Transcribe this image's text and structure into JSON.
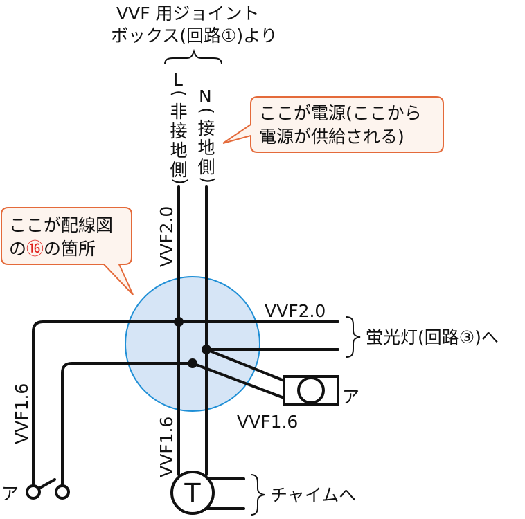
{
  "top_source": {
    "line1": "VVF 用ジョイント",
    "line2": "ボックス(回路①)より"
  },
  "wire_l": {
    "letter": "L",
    "desc_chars": [
      "(",
      "非",
      "接",
      "地",
      "側",
      ")"
    ]
  },
  "wire_n": {
    "letter": "N",
    "desc_chars": [
      "(",
      "接",
      "地",
      "側",
      ")"
    ]
  },
  "callout_power": {
    "line1": "ここが電源(ここから",
    "line2": "電源が供給される)"
  },
  "callout_diagram": {
    "line1": "ここが配線図",
    "line2_pre": "の",
    "line2_num": "⑯",
    "line2_post": "の箇所"
  },
  "labels": {
    "vvf20_vertical": "VVF2.0",
    "vvf20_horizontal": "VVF2.0",
    "vvf16_left": "VVF1.6",
    "vvf16_center": "VVF1.6",
    "vvf16_lamp": "VVF1.6",
    "fluorescent": "蛍光灯(回路③)へ",
    "chime": "チャイムへ",
    "lamp_a": "ア",
    "switch_a": "ア",
    "transformer": "T"
  },
  "colors": {
    "circle_fill": "#d6e5f6",
    "circle_stroke": "#1f8fd6",
    "callout_fill": "#fdf4ee",
    "callout_stroke": "#e46a3a",
    "number_red": "#e0201b",
    "wire": "#111111"
  }
}
